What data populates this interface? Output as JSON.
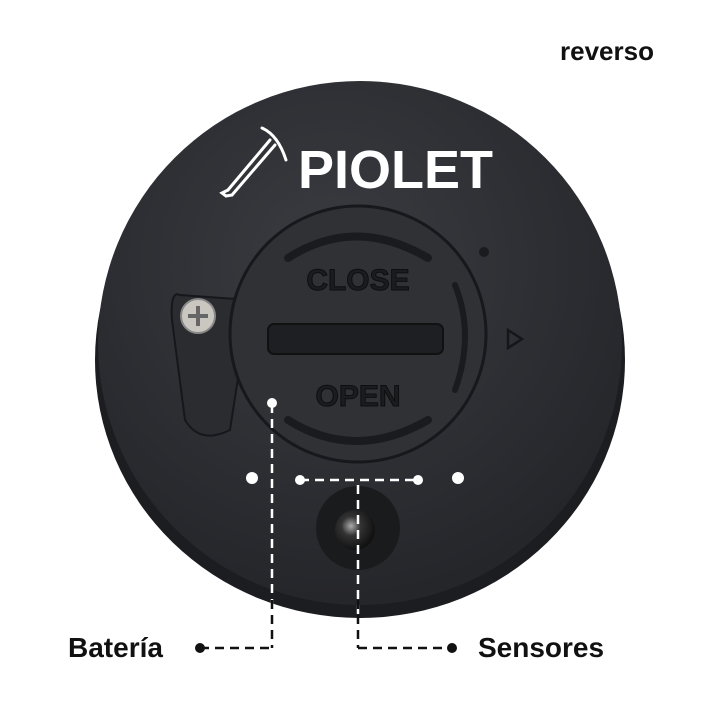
{
  "brand": "reverso",
  "device": {
    "logo_text": "PIOLET",
    "cover_close": "CLOSE",
    "cover_open": "OPEN"
  },
  "callouts": {
    "battery": "Batería",
    "sensors": "Sensores"
  },
  "colors": {
    "device_body": "#2b2d31",
    "cover": "#303236",
    "text": "#111111"
  }
}
